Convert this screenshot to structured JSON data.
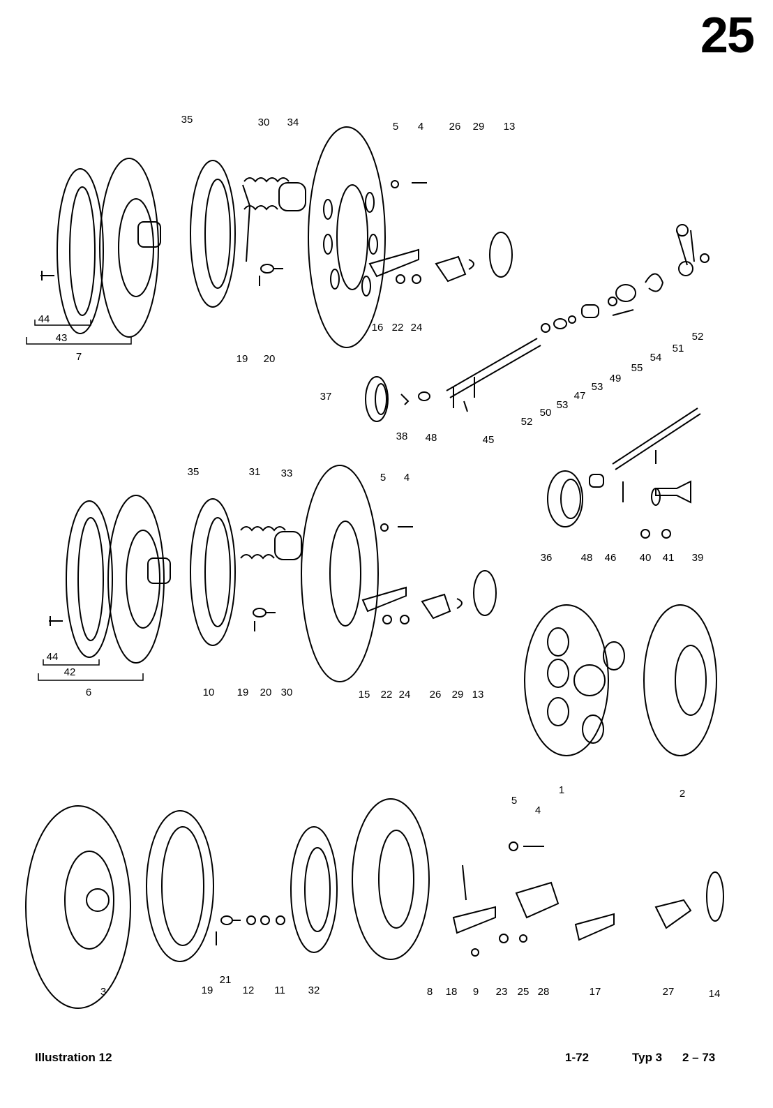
{
  "page_number": "25",
  "footer": {
    "illustration": "Illustration 12",
    "date_from": "1-72",
    "type": "Typ 3",
    "date_to": "2 – 73"
  },
  "callouts": {
    "top": [
      "35",
      "30",
      "34",
      "5",
      "4",
      "26",
      "29",
      "13",
      "44",
      "43",
      "7",
      "19",
      "20",
      "16",
      "22",
      "24",
      "52",
      "51",
      "54",
      "55",
      "49",
      "53",
      "47",
      "53",
      "50",
      "52",
      "37",
      "38",
      "48",
      "45"
    ],
    "middle": [
      "35",
      "31",
      "33",
      "5",
      "4",
      "36",
      "48",
      "46",
      "40",
      "41",
      "39",
      "44",
      "42",
      "6",
      "10",
      "19",
      "20",
      "30",
      "15",
      "22",
      "24",
      "26",
      "29",
      "13",
      "1",
      "2"
    ],
    "bottom": [
      "5",
      "4",
      "3",
      "19",
      "21",
      "12",
      "11",
      "32",
      "8",
      "18",
      "9",
      "23",
      "25",
      "28",
      "17",
      "27",
      "14"
    ]
  }
}
